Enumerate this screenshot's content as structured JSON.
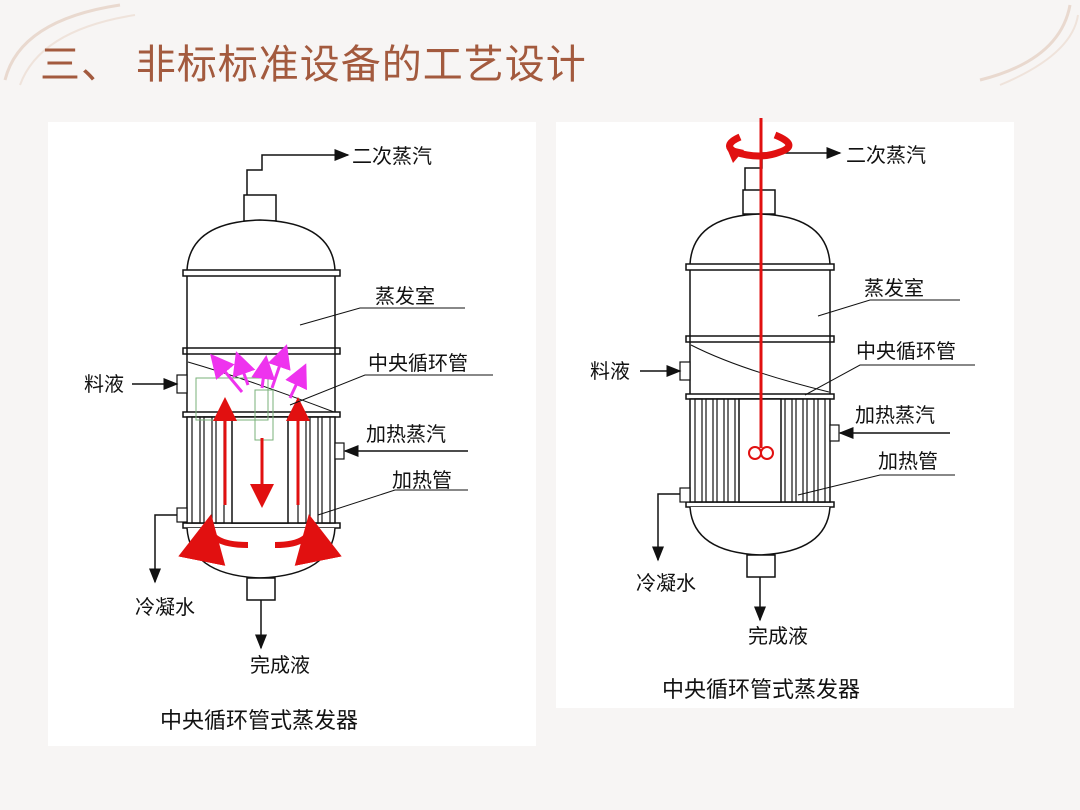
{
  "slide": {
    "title": "三、 非标标准设备的工艺设计",
    "accent_color": "#a35a3e"
  },
  "left_diagram": {
    "caption": "中央循环管式蒸发器",
    "labels": {
      "vapor_out": "二次蒸汽",
      "evap_room": "蒸发室",
      "central_tube": "中央循环管",
      "feed": "料液",
      "heating_steam": "加热蒸汽",
      "heating_tube": "加热管",
      "condensate": "冷凝水",
      "product": "完成液"
    }
  },
  "right_diagram": {
    "caption": "中央循环管式蒸发器",
    "labels": {
      "vapor_out": "二次蒸汽",
      "evap_room": "蒸发室",
      "central_tube": "中央循环管",
      "feed": "料液",
      "heating_steam": "加热蒸汽",
      "heating_tube": "加热管",
      "condensate": "冷凝水",
      "product": "完成液"
    }
  },
  "colors": {
    "flow_red": "#e11010",
    "vapor_magenta": "#ee33ee",
    "line_black": "#111111"
  }
}
